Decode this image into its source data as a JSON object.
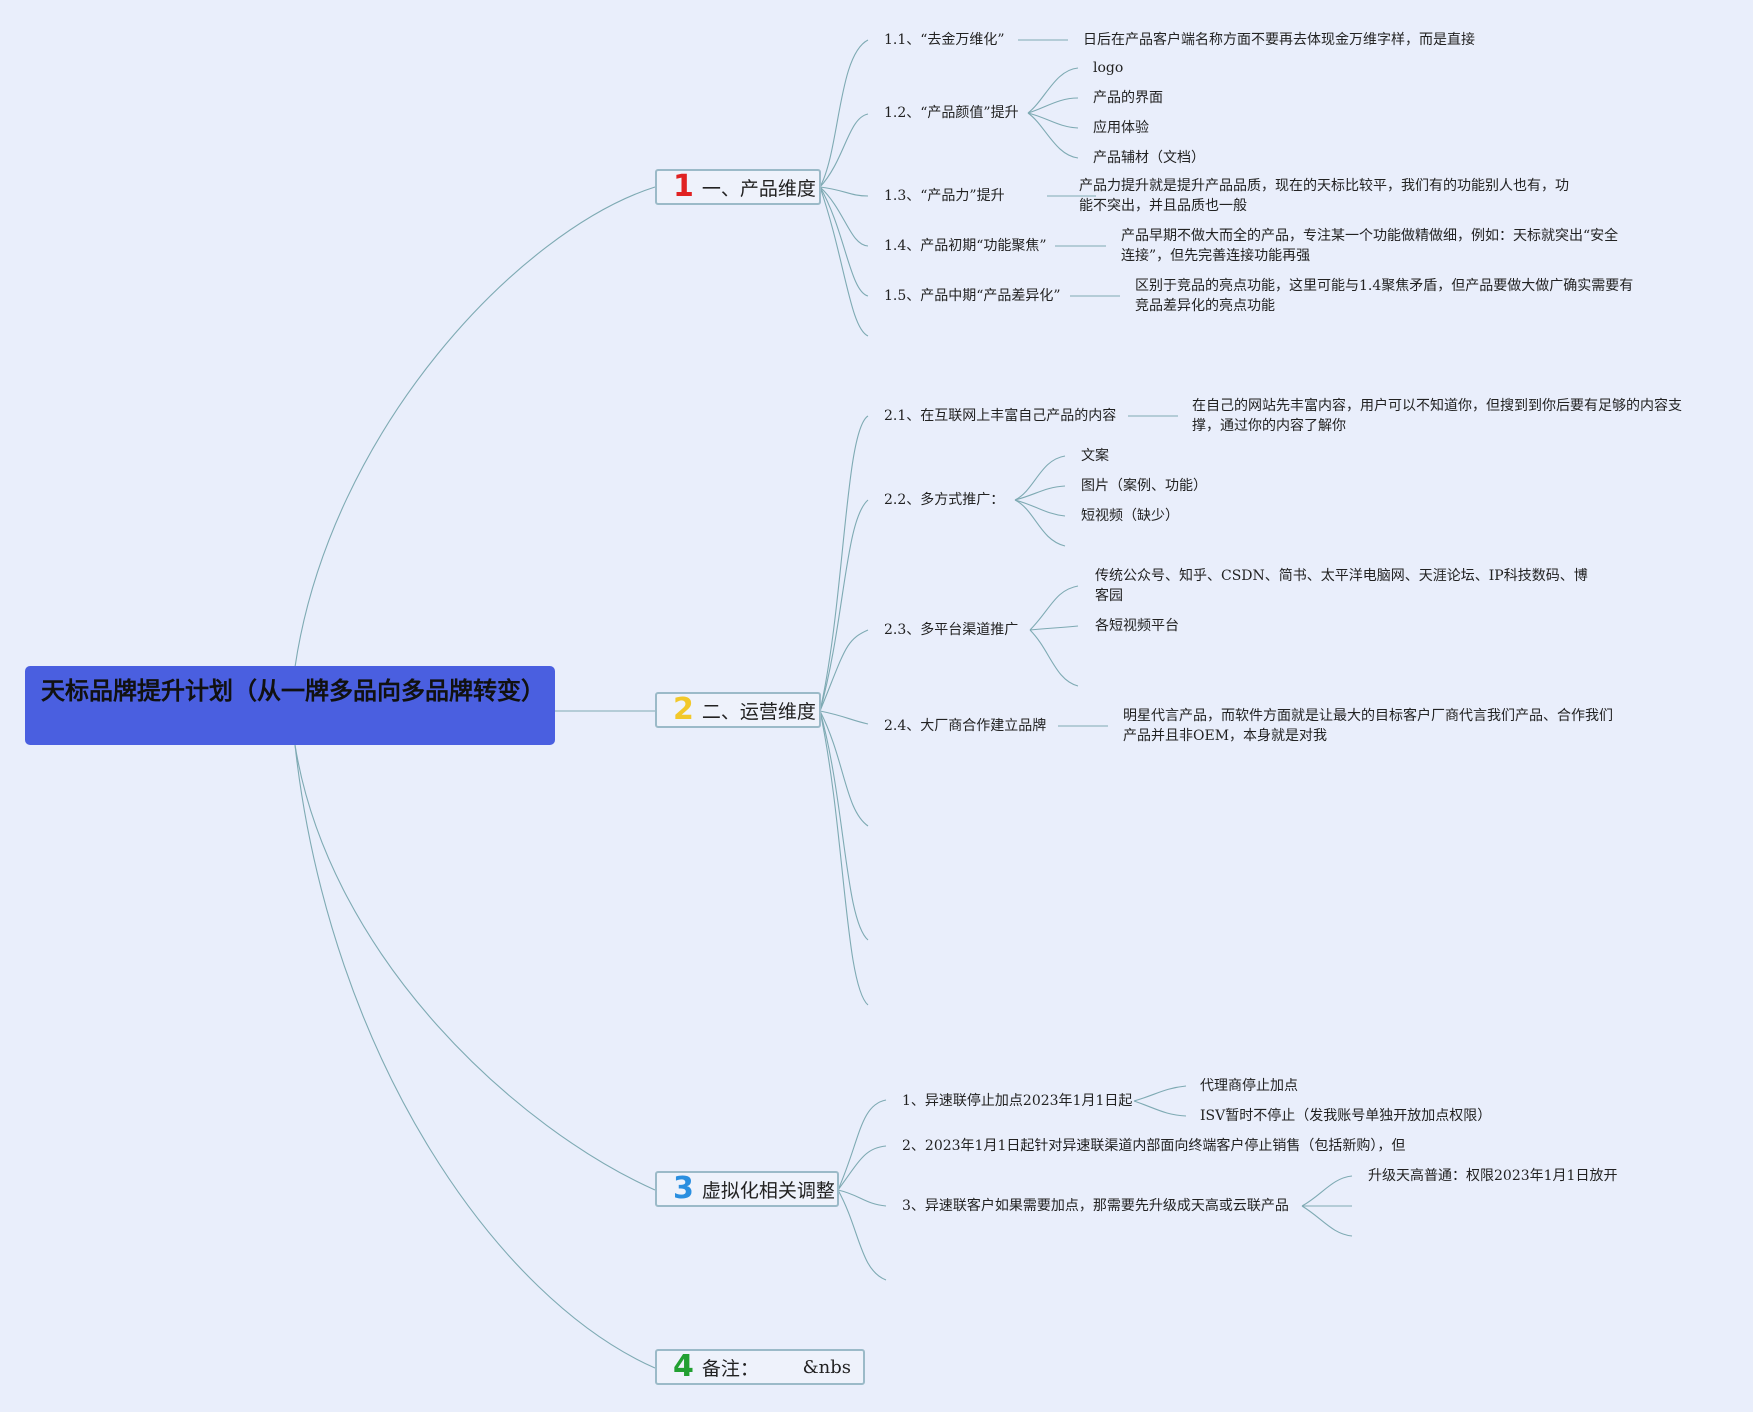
{
  "root": {
    "title": "天标品牌提升计划（从一牌多品向多品牌转变）"
  },
  "branches": [
    {
      "number": "1",
      "number_color": "#e02222",
      "label": "一、产品维度",
      "items": [
        {
          "label": "1.1、“去金万维化”",
          "note": "日后在产品客户端名称方面不要再去体现金万维字样，而是直接"
        },
        {
          "label": "1.2、“产品颜值”提升",
          "children": [
            "logo",
            "产品的界面",
            "应用体验",
            "产品辅材（文档）"
          ]
        },
        {
          "label": "1.3、“产品力”提升",
          "note": "产品力提升就是提升产品品质，现在的天标比较平，我们有的功能别人也有，功能不突出，并且品质也一般"
        },
        {
          "label": "1.4、产品初期“功能聚焦”",
          "note": "产品早期不做大而全的产品，专注某一个功能做精做细，例如：天标就突出“安全连接”，但先完善连接功能再强"
        },
        {
          "label": "1.5、产品中期“产品差异化”",
          "note": "区别于竞品的亮点功能，这里可能与1.4聚焦矛盾，但产品要做大做广确实需要有竞品差异化的亮点功能"
        }
      ]
    },
    {
      "number": "2",
      "number_color": "#f2c82a",
      "label": "二、运营维度",
      "items": [
        {
          "label": "2.1、在互联网上丰富自己产品的内容",
          "note": "在自己的网站先丰富内容，用户可以不知道你，但搜到到你后要有足够的内容支撑，通过你的内容了解你"
        },
        {
          "label": "2.2、多方式推广：",
          "children": [
            "文案",
            "图片（案例、功能）",
            "短视频（缺少）"
          ]
        },
        {
          "label": "2.3、多平台渠道推广",
          "children": [
            "传统公众号、知乎、CSDN、简书、太平洋电脑网、天涯论坛、IP科技数码、博客园",
            "各短视频平台"
          ]
        },
        {
          "label": "2.4、大厂商合作建立品牌",
          "note": "明星代言产品，而软件方面就是让最大的目标客户厂商代言我们产品、合作我们产品并且非OEM，本身就是对我"
        }
      ]
    },
    {
      "number": "3",
      "number_color": "#2a8fe0",
      "label": "虚拟化相关调整",
      "items": [
        {
          "label": "1、异速联停止加点2023年1月1日起",
          "children": [
            "代理商停止加点",
            "ISV暂时不停止（发我账号单独开放加点权限）"
          ]
        },
        {
          "label": "2、2023年1月1日起针对异速联渠道内部面向终端客户停止销售（包括新购），但"
        },
        {
          "label": "3、异速联客户如果需要加点，那需要先升级成天高或云联产品",
          "children": [
            "升级天高普通：权限2023年1月1日放开"
          ]
        }
      ]
    },
    {
      "number": "4",
      "number_color": "#22a032",
      "label": "备注：",
      "extra": "&nbs"
    }
  ]
}
